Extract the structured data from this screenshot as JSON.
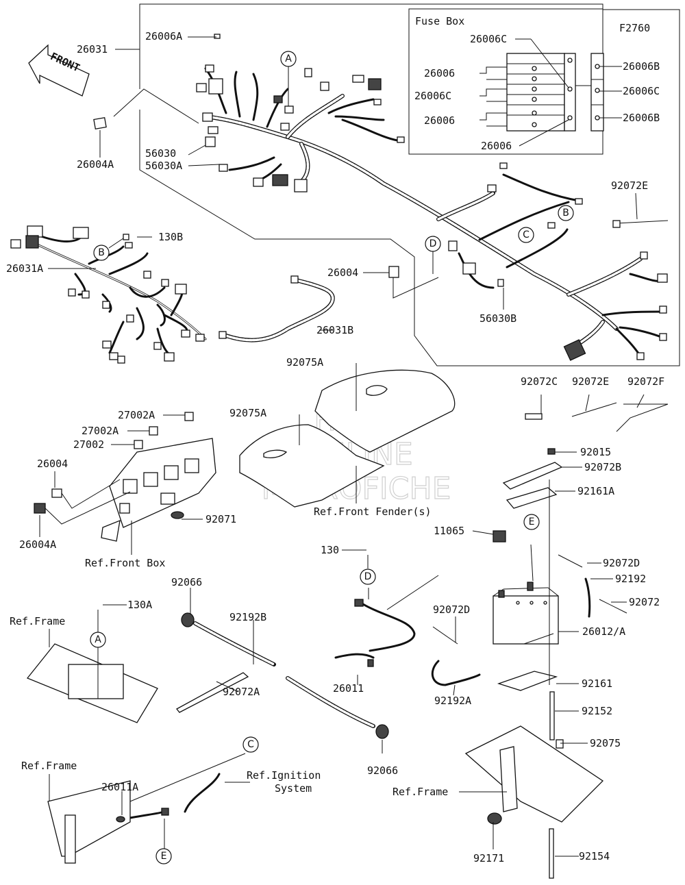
{
  "diagram": {
    "code": "F2760",
    "fuse_box_title": "Fuse Box",
    "front_label": "FRONT",
    "watermark": [
      "HLSM",
      "ONLINE",
      "MICROFICHE"
    ]
  },
  "labels": {
    "p26031": "26031",
    "p26006A": "26006A",
    "p26004A_top": "26004A",
    "p56030": "56030",
    "p56030A": "56030A",
    "fb_26006C_top": "26006C",
    "fb_26006_1": "26006",
    "fb_26006C_mid": "26006C",
    "fb_26006_2": "26006",
    "fb_26006_bot": "26006",
    "fb_26006B_1": "26006B",
    "fb_26006C_right": "26006C",
    "fb_26006B_2": "26006B",
    "p92072E_top": "92072E",
    "p130B": "130B",
    "p26031A": "26031A",
    "p26004_mid": "26004",
    "p56030B": "56030B",
    "p26031B": "26031B",
    "p92075A_1": "92075A",
    "p92075A_2": "92075A",
    "p92072C": "92072C",
    "p92072E_mid": "92072E",
    "p92072F": "92072F",
    "p27002A_1": "27002A",
    "p27002A_2": "27002A",
    "p27002": "27002",
    "p26004_left": "26004",
    "p26004A_left": "26004A",
    "p92071": "92071",
    "ref_front_box": "Ref.Front Box",
    "ref_front_fender": "Ref.Front Fender(s)",
    "p92015": "92015",
    "p92072B": "92072B",
    "p92161A": "92161A",
    "p11065": "11065",
    "p130": "130",
    "p92072D_r": "92072D",
    "p92192": "92192",
    "p92072": "92072",
    "p92072D_l": "92072D",
    "p26012A": "26012/A",
    "p92066_top": "92066",
    "p130A": "130A",
    "ref_frame_1": "Ref.Frame",
    "p92192B": "92192B",
    "p92072A": "92072A",
    "p26011": "26011",
    "p92192A": "92192A",
    "p92161": "92161",
    "p92152": "92152",
    "p92066_bot": "92066",
    "p92075": "92075",
    "ref_frame_2": "Ref.Frame",
    "p26011A": "26011A",
    "ref_ignition_1": "Ref.Ignition",
    "ref_ignition_2": "System",
    "ref_frame_3": "Ref.Frame",
    "p92171": "92171",
    "p92154": "92154"
  },
  "callouts": {
    "A_top": "A",
    "B_top": "B",
    "C_top": "C",
    "D_top": "D",
    "B_left": "B",
    "E_batt": "E",
    "D_cable": "D",
    "A_frame": "A",
    "C_ign": "C",
    "E_bot": "E"
  }
}
